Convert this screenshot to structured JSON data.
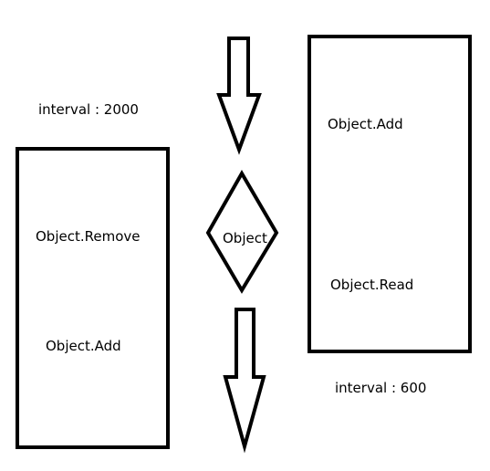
{
  "labels": {
    "interval_left": "interval : 2000",
    "interval_right": "interval : 600",
    "left_box_line1": "Object.Remove",
    "left_box_line2": "Object.Add",
    "right_box_line1": "Object.Add",
    "right_box_line2": "Object.Read",
    "center_diamond": "Object"
  },
  "colors": {
    "stroke": "#000000",
    "background": "#ffffff"
  }
}
